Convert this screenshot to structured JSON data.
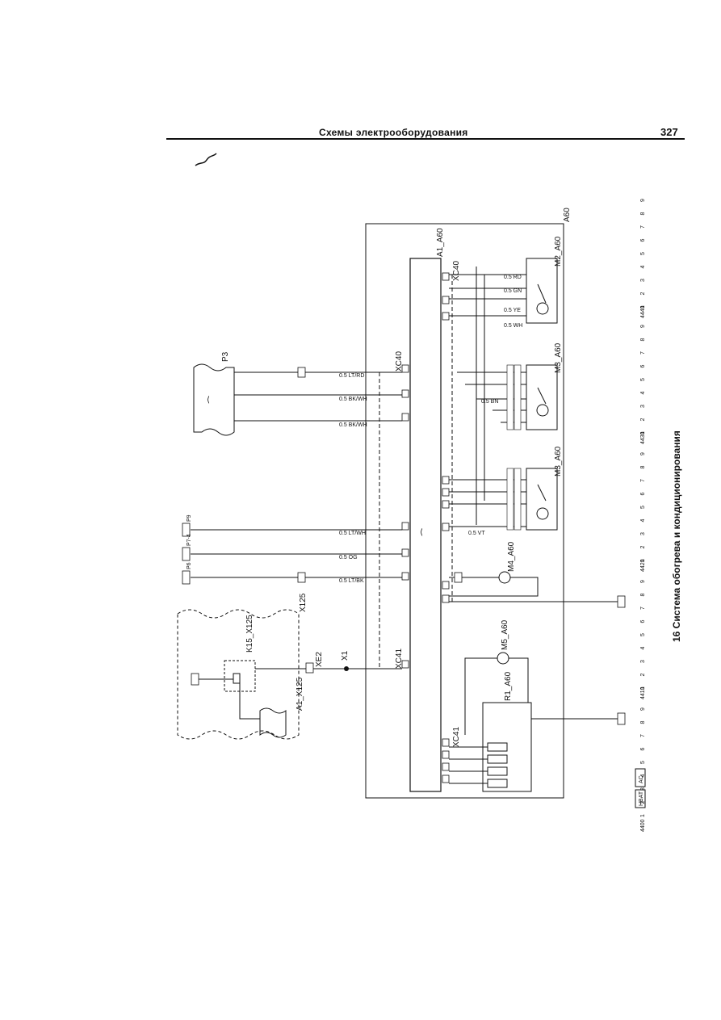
{
  "header": {
    "title": "Схемы электрооборудования",
    "page_number": "327"
  },
  "side_caption": "16 Система обогрева и кондиционирования",
  "components": {
    "block": "A60",
    "controller": "A1_A60",
    "controller_connector": "XC40",
    "controller_connector_2": "XC41",
    "motor_top": "M2_A60",
    "motor_mid": "M3_A60",
    "motor_low": "M3_A60",
    "motor_4": "M4_A60",
    "motor_5": "M5_A60",
    "resistor": "R1_A60",
    "panel_p3": "P3",
    "panel_x125": "X125",
    "relay": "K15_X125",
    "relay_module": "A1_X125",
    "connector_xe2": "XE2",
    "connector_x1": "X1"
  },
  "fuses": {
    "f_top": "P9",
    "f_mid": "P7-4",
    "f_low": "P6"
  },
  "grid": {
    "sections": [
      "4400",
      "4410",
      "4420",
      "4430",
      "4440"
    ],
    "digits": [
      "1",
      "2",
      "3",
      "4",
      "5",
      "6",
      "7",
      "8",
      "9"
    ]
  },
  "legend": {
    "box1": "HBAT",
    "box2": "AC"
  },
  "wire_labels": [
    "0.5 LT/RD",
    "0.5 BK/WH",
    "0.5 BK/WH",
    "0.5 LT/WH",
    "0.5 OG",
    "0.5 LT/BK",
    "0.5 VT",
    "0.5 BN",
    "0.5 RD",
    "0.5 GN",
    "0.5 YE",
    "0.5 WH"
  ]
}
